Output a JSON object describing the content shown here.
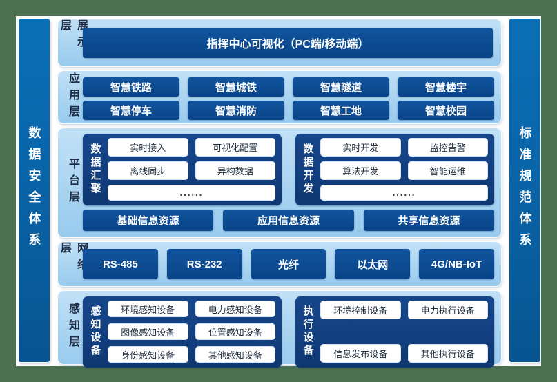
{
  "frame": {
    "left_bar": "数据安全体系",
    "right_bar": "标准规范体系"
  },
  "layers": [
    {
      "id": "display",
      "label": "展示层",
      "boxes": [
        "指挥中心可视化（PC端/移动端）"
      ]
    },
    {
      "id": "application",
      "label": "应用层",
      "rows": [
        [
          "智慧铁路",
          "智慧城铁",
          "智慧隧道",
          "智慧楼宇"
        ],
        [
          "智慧停车",
          "智慧消防",
          "智慧工地",
          "智慧校园"
        ]
      ]
    },
    {
      "id": "platform",
      "label": "平台层",
      "groups": [
        {
          "label": "数据汇聚",
          "boxes": [
            "实时接入",
            "可视化配置",
            "离线同步",
            "异构数据"
          ],
          "more": "......"
        },
        {
          "label": "数据开发",
          "boxes": [
            "实时开发",
            "监控告警",
            "算法开发",
            "智能运维"
          ],
          "more": "......"
        }
      ],
      "resources": [
        "基础信息资源",
        "应用信息资源",
        "共享信息资源"
      ]
    },
    {
      "id": "network",
      "label": "网络层",
      "boxes": [
        "RS-485",
        "RS-232",
        "光纤",
        "以太网",
        "4G/NB-IoT"
      ]
    },
    {
      "id": "perception",
      "label": "感知层",
      "groups": [
        {
          "label": "感知设备",
          "boxes": [
            "环境感知设备",
            "电力感知设备",
            "图像感知设备",
            "位置感知设备",
            "身份感知设备",
            "其他感知设备"
          ]
        },
        {
          "label": "执行设备",
          "boxes": [
            "环境控制设备",
            "电力执行设备",
            "信息发布设备",
            "其他执行设备"
          ]
        }
      ]
    }
  ],
  "colors": {
    "frame_green": "#4b7151",
    "content_background": "#ffffff",
    "panel_light_blue": "#a9d4f1",
    "sidebar_blue": "#0a64a8",
    "box_navy": "#0d4c92",
    "group_navy": "#123e7e",
    "white_box": "#ffffff",
    "label_dark": "#1e2c44"
  }
}
